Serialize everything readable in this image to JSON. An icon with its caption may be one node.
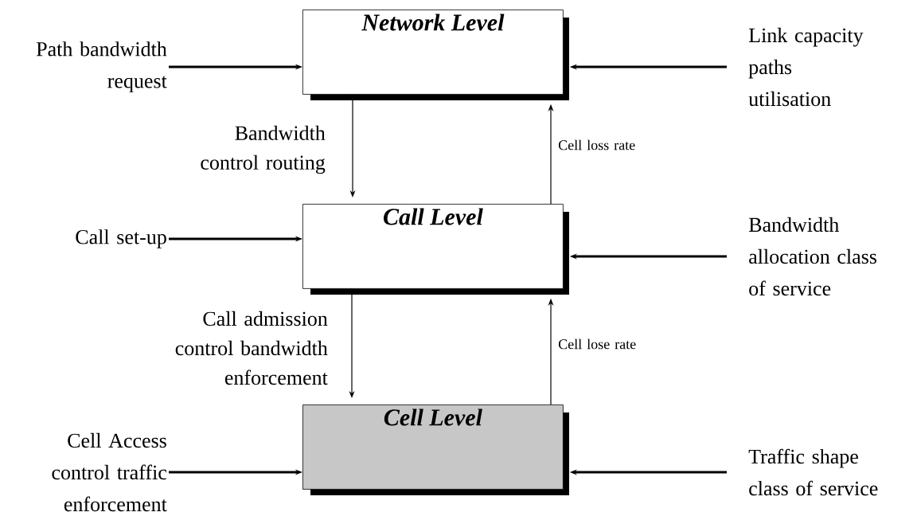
{
  "diagram": {
    "nodes": [
      {
        "text": [
          "Network Level"
        ]
      },
      {
        "text": [
          "Call Level"
        ]
      },
      {
        "text": [
          "Cell Level"
        ]
      },
      {
        "text": [
          "Path bandwidth request"
        ]
      },
      {
        "text": [
          "Link capacity paths utilisation"
        ]
      },
      {
        "text": [
          "Call set-up"
        ]
      },
      {
        "text": [
          "Bandwidth allocation class of service"
        ]
      },
      {
        "text": [
          "Cell Access control traffic enforcement"
        ]
      },
      {
        "text": [
          "Traffic shape class of service"
        ]
      }
    ],
    "edges": [
      {
        "from": 3,
        "to": 0,
        "arrow": "to"
      },
      {
        "from": 4,
        "to": 0,
        "arrow": "to"
      },
      {
        "from": 0,
        "to": 1,
        "arrow": "to",
        "label": "Bandwidth control routing"
      },
      {
        "from": 1,
        "to": 0,
        "arrow": "to",
        "label": "Cell loss rate"
      },
      {
        "from": 5,
        "to": 1,
        "arrow": "to"
      },
      {
        "from": 6,
        "to": 1,
        "arrow": "to"
      },
      {
        "from": 1,
        "to": 2,
        "arrow": "to",
        "label": "Call admission control bandwidth enforcement"
      },
      {
        "from": 2,
        "to": 1,
        "arrow": "to",
        "label": "Cell lose rate"
      },
      {
        "from": 7,
        "to": 2,
        "arrow": "to"
      },
      {
        "from": 8,
        "to": 2,
        "arrow": "to"
      }
    ]
  }
}
